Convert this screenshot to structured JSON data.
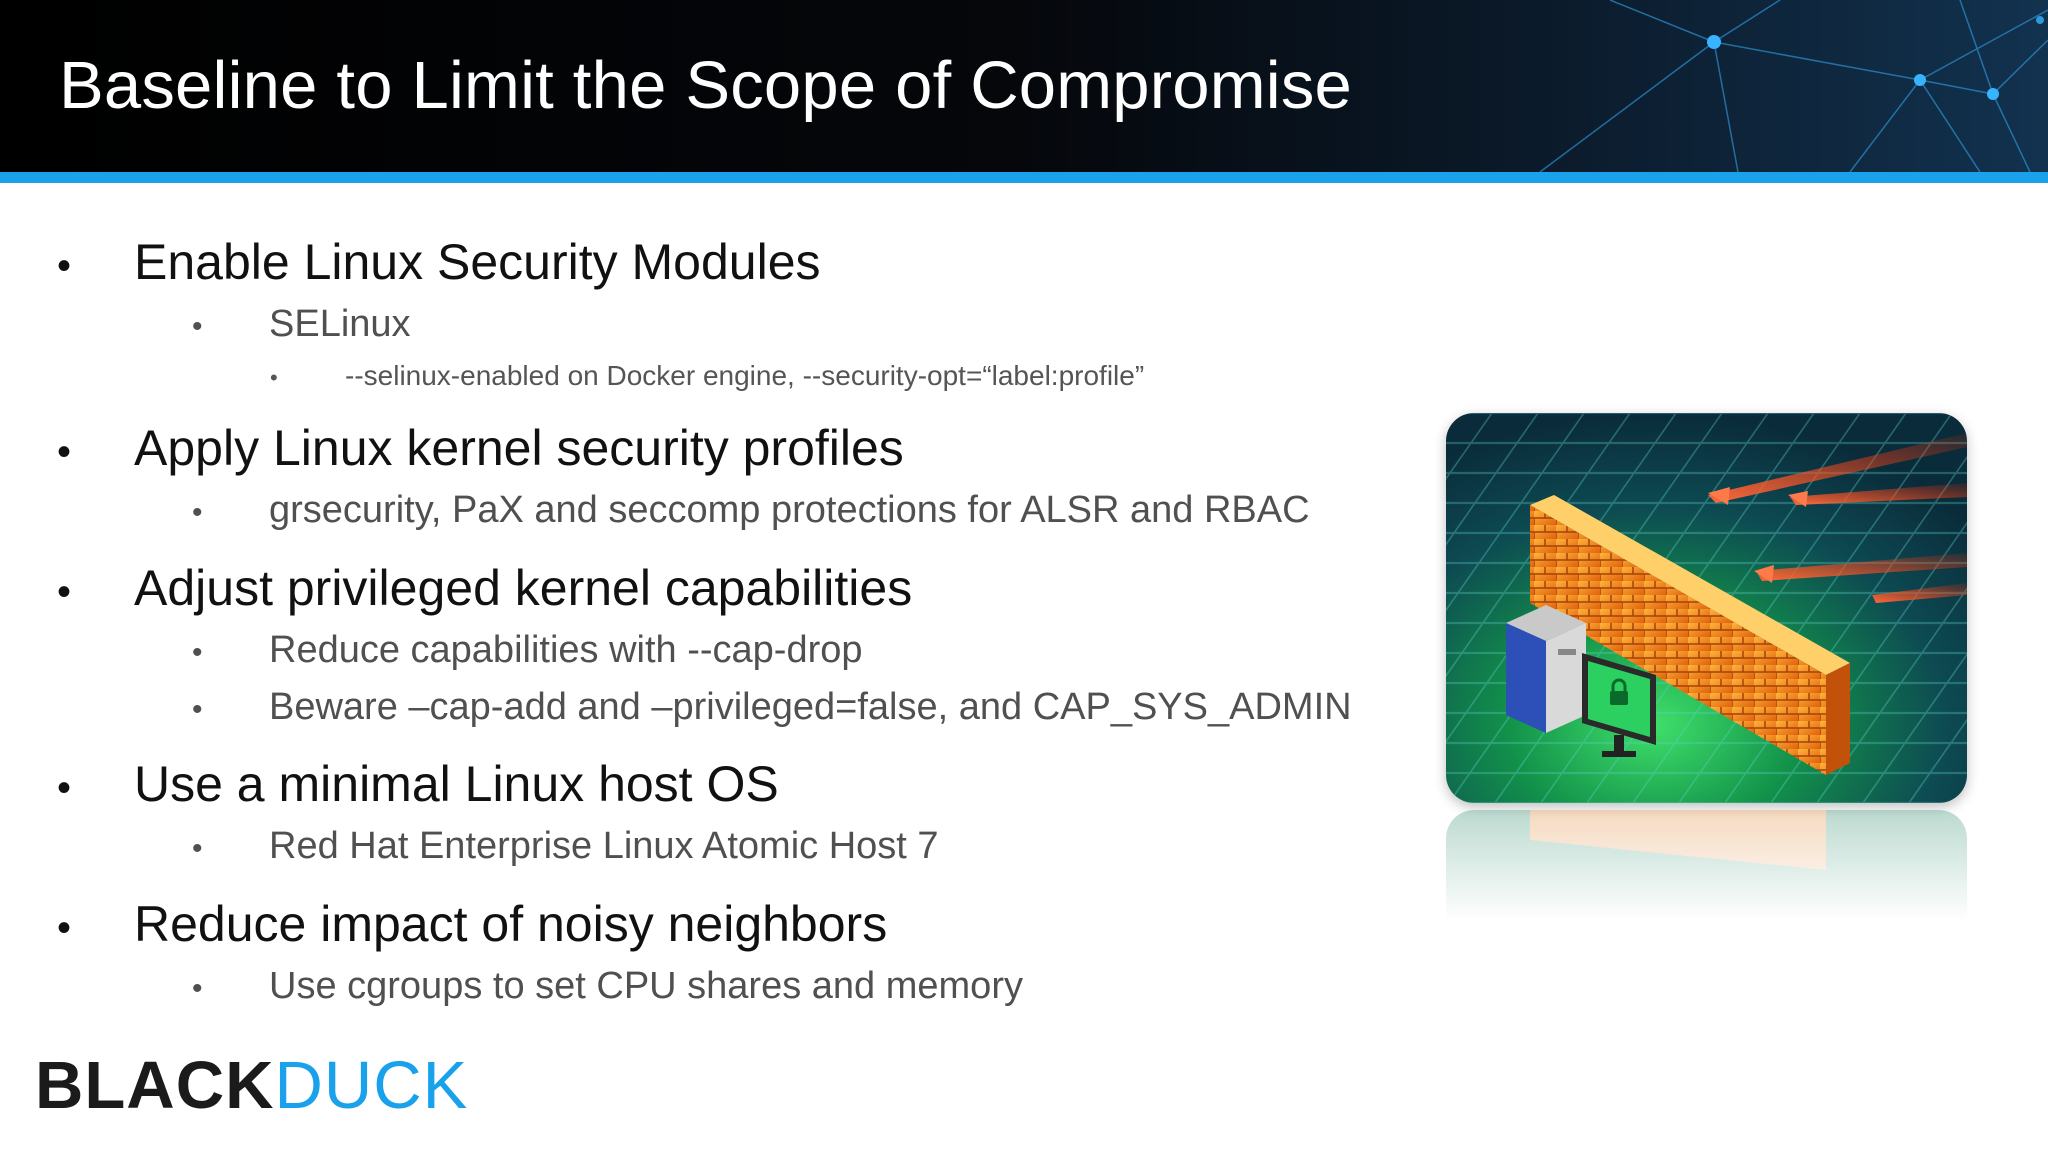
{
  "slide": {
    "title": "Baseline to Limit the Scope of Compromise",
    "accent_color": "#1aa1ec",
    "bullet_glyph": "•"
  },
  "bullets": [
    {
      "text": "Enable Linux Security Modules",
      "children": [
        {
          "text": "SELinux",
          "children": [
            {
              "text": "--selinux-enabled on Docker engine, --security-opt=“label:profile”"
            }
          ]
        }
      ]
    },
    {
      "text": "Apply Linux kernel security profiles",
      "children": [
        {
          "text": "grsecurity, PaX and seccomp protections for ALSR and RBAC"
        }
      ]
    },
    {
      "text": "Adjust privileged kernel capabilities",
      "children": [
        {
          "text": "Reduce capabilities with --cap-drop"
        },
        {
          "text": "Beware –cap-add and –privileged=false, and CAP_SYS_ADMIN"
        }
      ]
    },
    {
      "text": "Use a minimal Linux host OS",
      "children": [
        {
          "text": "Red Hat Enterprise Linux Atomic Host 7"
        }
      ]
    },
    {
      "text": "Reduce impact of noisy neighbors",
      "children": [
        {
          "text": "Use cgroups to set CPU shares and memory"
        }
      ]
    }
  ],
  "illustration": {
    "icon": "firewall-illustration",
    "reflection": true
  },
  "logo": {
    "part1": "BLACK",
    "part2": "DUCK",
    "part1_color": "#1b1b1b",
    "part2_color": "#1aa1ec"
  }
}
